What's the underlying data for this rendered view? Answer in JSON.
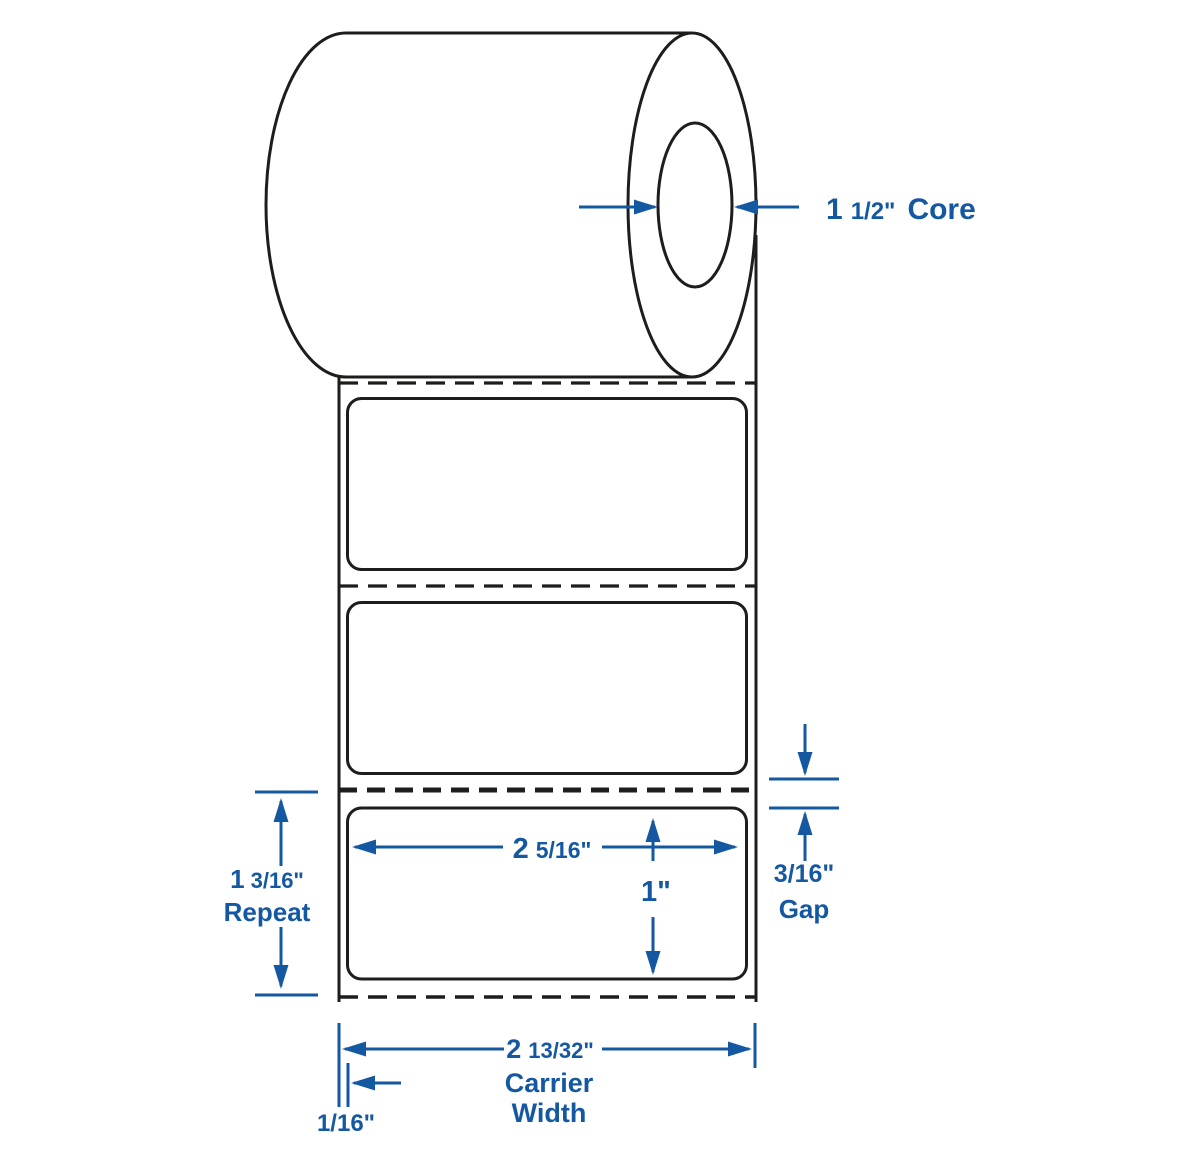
{
  "diagram": {
    "type": "label-roll-specification",
    "labels_shown": 3,
    "annotations": {
      "core": {
        "whole": "1",
        "fraction": "1/2\"",
        "label": "Core"
      },
      "label_width": {
        "whole": "2",
        "fraction": "5/16\""
      },
      "label_height": {
        "value": "1\""
      },
      "repeat": {
        "whole": "1",
        "fraction": "3/16\"",
        "label": "Repeat"
      },
      "gap": {
        "fraction": "3/16\"",
        "label": "Gap"
      },
      "carrier_width": {
        "whole": "2",
        "fraction": "13/32\"",
        "label_line1": "Carrier",
        "label_line2": "Width"
      },
      "liner_margin": {
        "fraction": "1/16\""
      }
    }
  },
  "colors": {
    "annotation_blue": "#1558a2",
    "line_black": "#1d1d1b",
    "background": "#ffffff"
  }
}
